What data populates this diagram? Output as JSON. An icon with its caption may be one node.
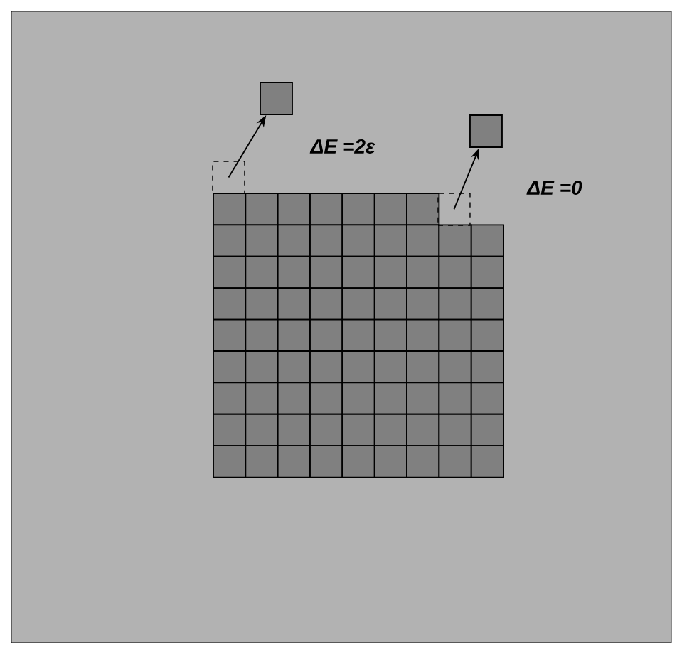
{
  "diagram": {
    "nodes": [
      {
        "text": [],
        "shape": "box"
      },
      {
        "text": [],
        "shape": "box"
      },
      {
        "text": [],
        "shape": "box"
      },
      {
        "text": [],
        "shape": "box"
      }
    ],
    "edges": [
      {
        "from": 0,
        "to": 1,
        "arrow": "to"
      },
      {
        "from": 2,
        "to": 3,
        "arrow": "to"
      }
    ],
    "labels": [
      "ΔE =2ε",
      "ΔE =0"
    ]
  }
}
